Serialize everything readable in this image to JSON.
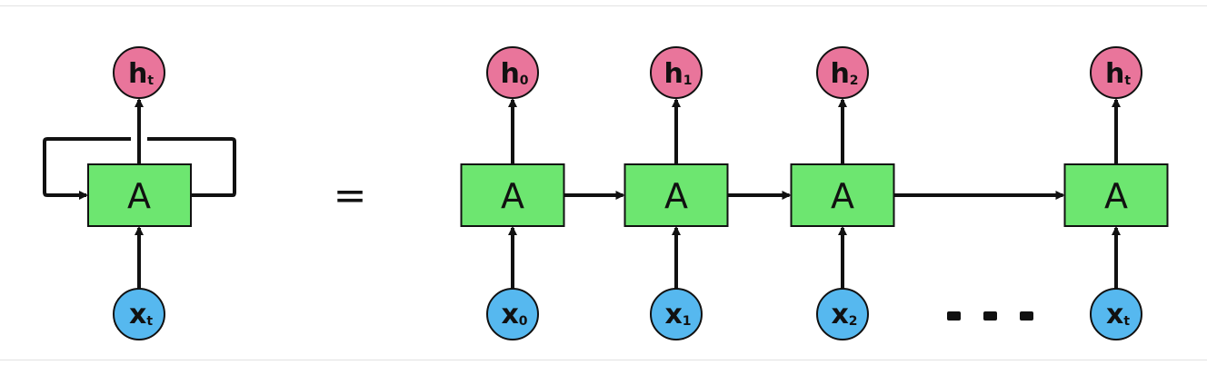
{
  "colors": {
    "cell_fill": "#6de670",
    "hidden_fill": "#e9759b",
    "input_fill": "#56b8ef",
    "stroke": "#111111"
  },
  "equals": "=",
  "ellipsis": "...",
  "rolled": {
    "cell_label": "A",
    "input": {
      "main": "x",
      "sub": "t"
    },
    "output": {
      "main": "h",
      "sub": "t"
    }
  },
  "unrolled": [
    {
      "cell_label": "A",
      "input": {
        "main": "x",
        "sub": "0"
      },
      "output": {
        "main": "h",
        "sub": "0"
      }
    },
    {
      "cell_label": "A",
      "input": {
        "main": "x",
        "sub": "1"
      },
      "output": {
        "main": "h",
        "sub": "1"
      }
    },
    {
      "cell_label": "A",
      "input": {
        "main": "x",
        "sub": "2"
      },
      "output": {
        "main": "h",
        "sub": "2"
      }
    },
    {
      "cell_label": "A",
      "input": {
        "main": "x",
        "sub": "t"
      },
      "output": {
        "main": "h",
        "sub": "t"
      }
    }
  ]
}
